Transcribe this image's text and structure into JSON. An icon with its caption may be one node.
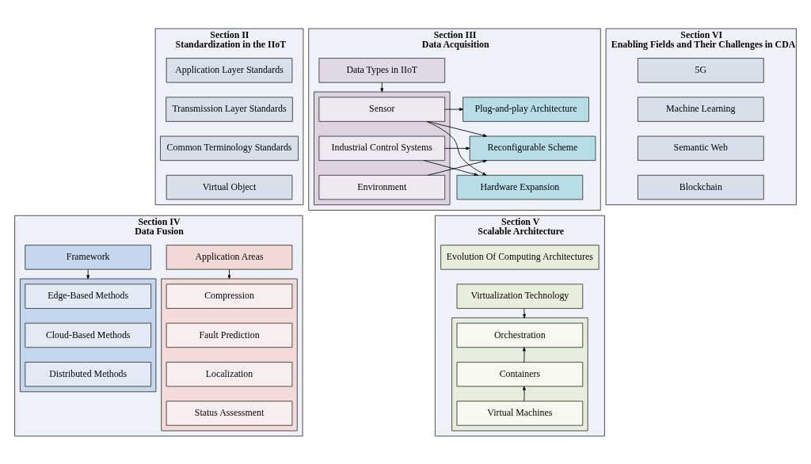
{
  "diagram": {
    "nodes": [
      {
        "text": [
          "Section II",
          "Standardization in the IIoT"
        ]
      },
      {
        "text": [
          "Application Layer Standards"
        ],
        "in": 0
      },
      {
        "text": [
          "Transmission Layer Standards"
        ],
        "in": 0
      },
      {
        "text": [
          "Common Terminology Standards"
        ],
        "in": 0
      },
      {
        "text": [
          "Virtual Object"
        ],
        "in": 0
      },
      {
        "text": [
          "Section III",
          "Data Acquisition"
        ]
      },
      {
        "text": [
          "Data Types in IIoT"
        ],
        "in": 5
      },
      {
        "text": [],
        "shape": "box",
        "in": 5
      },
      {
        "text": [
          "Sensor"
        ],
        "in": 7
      },
      {
        "text": [
          "Industrial Control Systems"
        ],
        "in": 7
      },
      {
        "text": [
          "Environment"
        ],
        "in": 7
      },
      {
        "text": [
          "Plug-and-play Architecture"
        ],
        "in": 5
      },
      {
        "text": [
          "Reconfigurable Scheme"
        ],
        "in": 5
      },
      {
        "text": [
          "Hardware Expansion"
        ],
        "in": 5
      },
      {
        "text": [
          "Section IV",
          "Data Fusion"
        ]
      },
      {
        "text": [
          "Application Areas"
        ],
        "in": 14
      },
      {
        "text": [],
        "shape": "box",
        "in": 14
      },
      {
        "text": [
          "Compression"
        ],
        "in": 16
      },
      {
        "text": [
          "Fault Prediction"
        ],
        "in": 16
      },
      {
        "text": [
          "Localization"
        ],
        "in": 16
      },
      {
        "text": [
          "Status Assessment"
        ],
        "in": 16
      },
      {
        "text": [
          "Framework"
        ],
        "in": 14
      },
      {
        "text": [],
        "shape": "box",
        "in": 14
      },
      {
        "text": [
          "Edge-Based Methods"
        ],
        "in": 22
      },
      {
        "text": [
          "Cloud-Based Methods"
        ],
        "in": 22
      },
      {
        "text": [
          "Distributed Methods"
        ],
        "in": 22
      },
      {
        "text": [
          "Section V",
          "Scalable Architecture"
        ]
      },
      {
        "text": [
          "Evolution Of Computing Architectures"
        ],
        "in": 26
      },
      {
        "text": [
          "Virtualization Technology"
        ],
        "in": 26
      },
      {
        "text": [],
        "shape": "box",
        "in": 26
      },
      {
        "text": [
          "Orchestration"
        ],
        "in": 29
      },
      {
        "text": [
          "Containers"
        ],
        "in": 29
      },
      {
        "text": [
          "Virtual Machines"
        ],
        "in": 29
      },
      {
        "text": [
          "Section VI",
          "Enabling Fields and Their Challenges in CDA"
        ]
      },
      {
        "text": [
          "5G"
        ],
        "in": 33
      },
      {
        "text": [
          "Machine Learning"
        ],
        "in": 33
      },
      {
        "text": [
          "Semantic Web"
        ],
        "in": 33
      },
      {
        "text": [
          "Blockchain"
        ],
        "in": 33
      }
    ],
    "edges": [
      {
        "from": 6,
        "to": 7,
        "arrow": "to"
      },
      {
        "from": 8,
        "to": 11,
        "arrow": "to"
      },
      {
        "from": 8,
        "to": 12,
        "arrow": "to"
      },
      {
        "from": 8,
        "to": 13,
        "arrow": "to"
      },
      {
        "from": 9,
        "to": 12,
        "arrow": "to"
      },
      {
        "from": 9,
        "to": 13,
        "arrow": "to"
      },
      {
        "from": 10,
        "to": 12,
        "arrow": "to"
      },
      {
        "from": 15,
        "to": 16,
        "arrow": "to"
      },
      {
        "from": 21,
        "to": 22,
        "arrow": "to"
      },
      {
        "from": 28,
        "to": 29,
        "arrow": "to"
      },
      {
        "from": 31,
        "to": 30,
        "arrow": "to"
      },
      {
        "from": 32,
        "to": 31,
        "arrow": "to"
      }
    ]
  }
}
